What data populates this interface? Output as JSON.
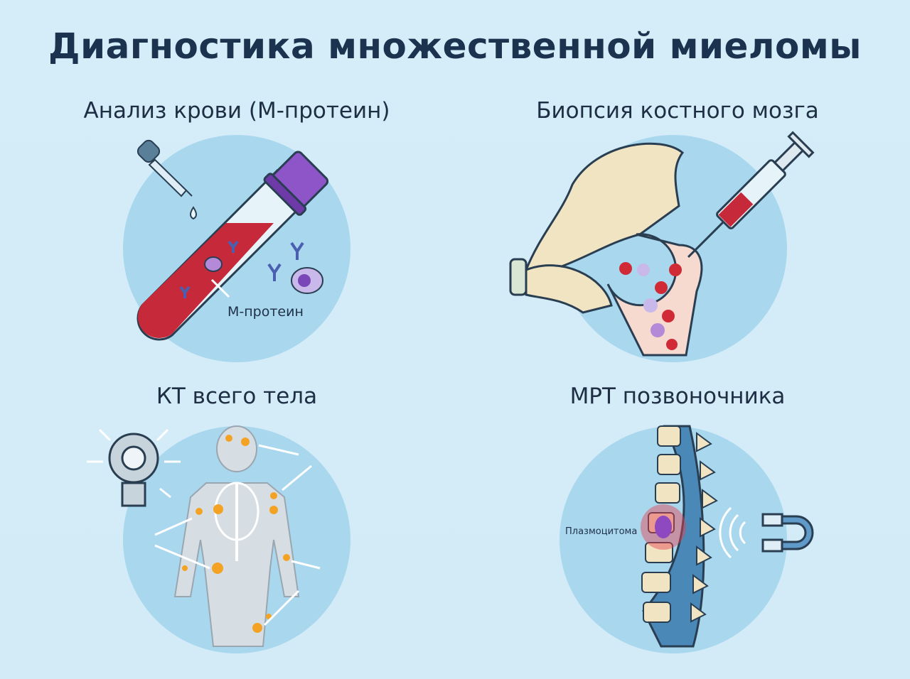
{
  "title": "Диагностика множественной миеломы",
  "panels": [
    {
      "heading": "Анализ крови (М-протеин)",
      "label": "М-протеин",
      "icons": [
        "pipette-icon",
        "test-tube-icon",
        "antibody-icon",
        "plasma-cell-icon"
      ]
    },
    {
      "heading": "Биопсия костного мозга",
      "icons": [
        "pelvis-bone-icon",
        "syringe-icon",
        "bone-marrow-cells-icon"
      ]
    },
    {
      "heading": "КТ всего тела",
      "icons": [
        "ct-scanner-icon",
        "skeleton-icon",
        "lesion-spot-icon"
      ]
    },
    {
      "heading": "МРТ позвоночника",
      "label": "Плазмоцитома",
      "icons": [
        "spine-icon",
        "magnet-icon",
        "signal-waves-icon"
      ]
    }
  ],
  "colors": {
    "background": "#d4ecf7",
    "circle": "#a8d7ee",
    "title": "#1c3350",
    "blood": "#c62a3a",
    "cap": "#8e55c8",
    "lesion": "#f4a224"
  }
}
